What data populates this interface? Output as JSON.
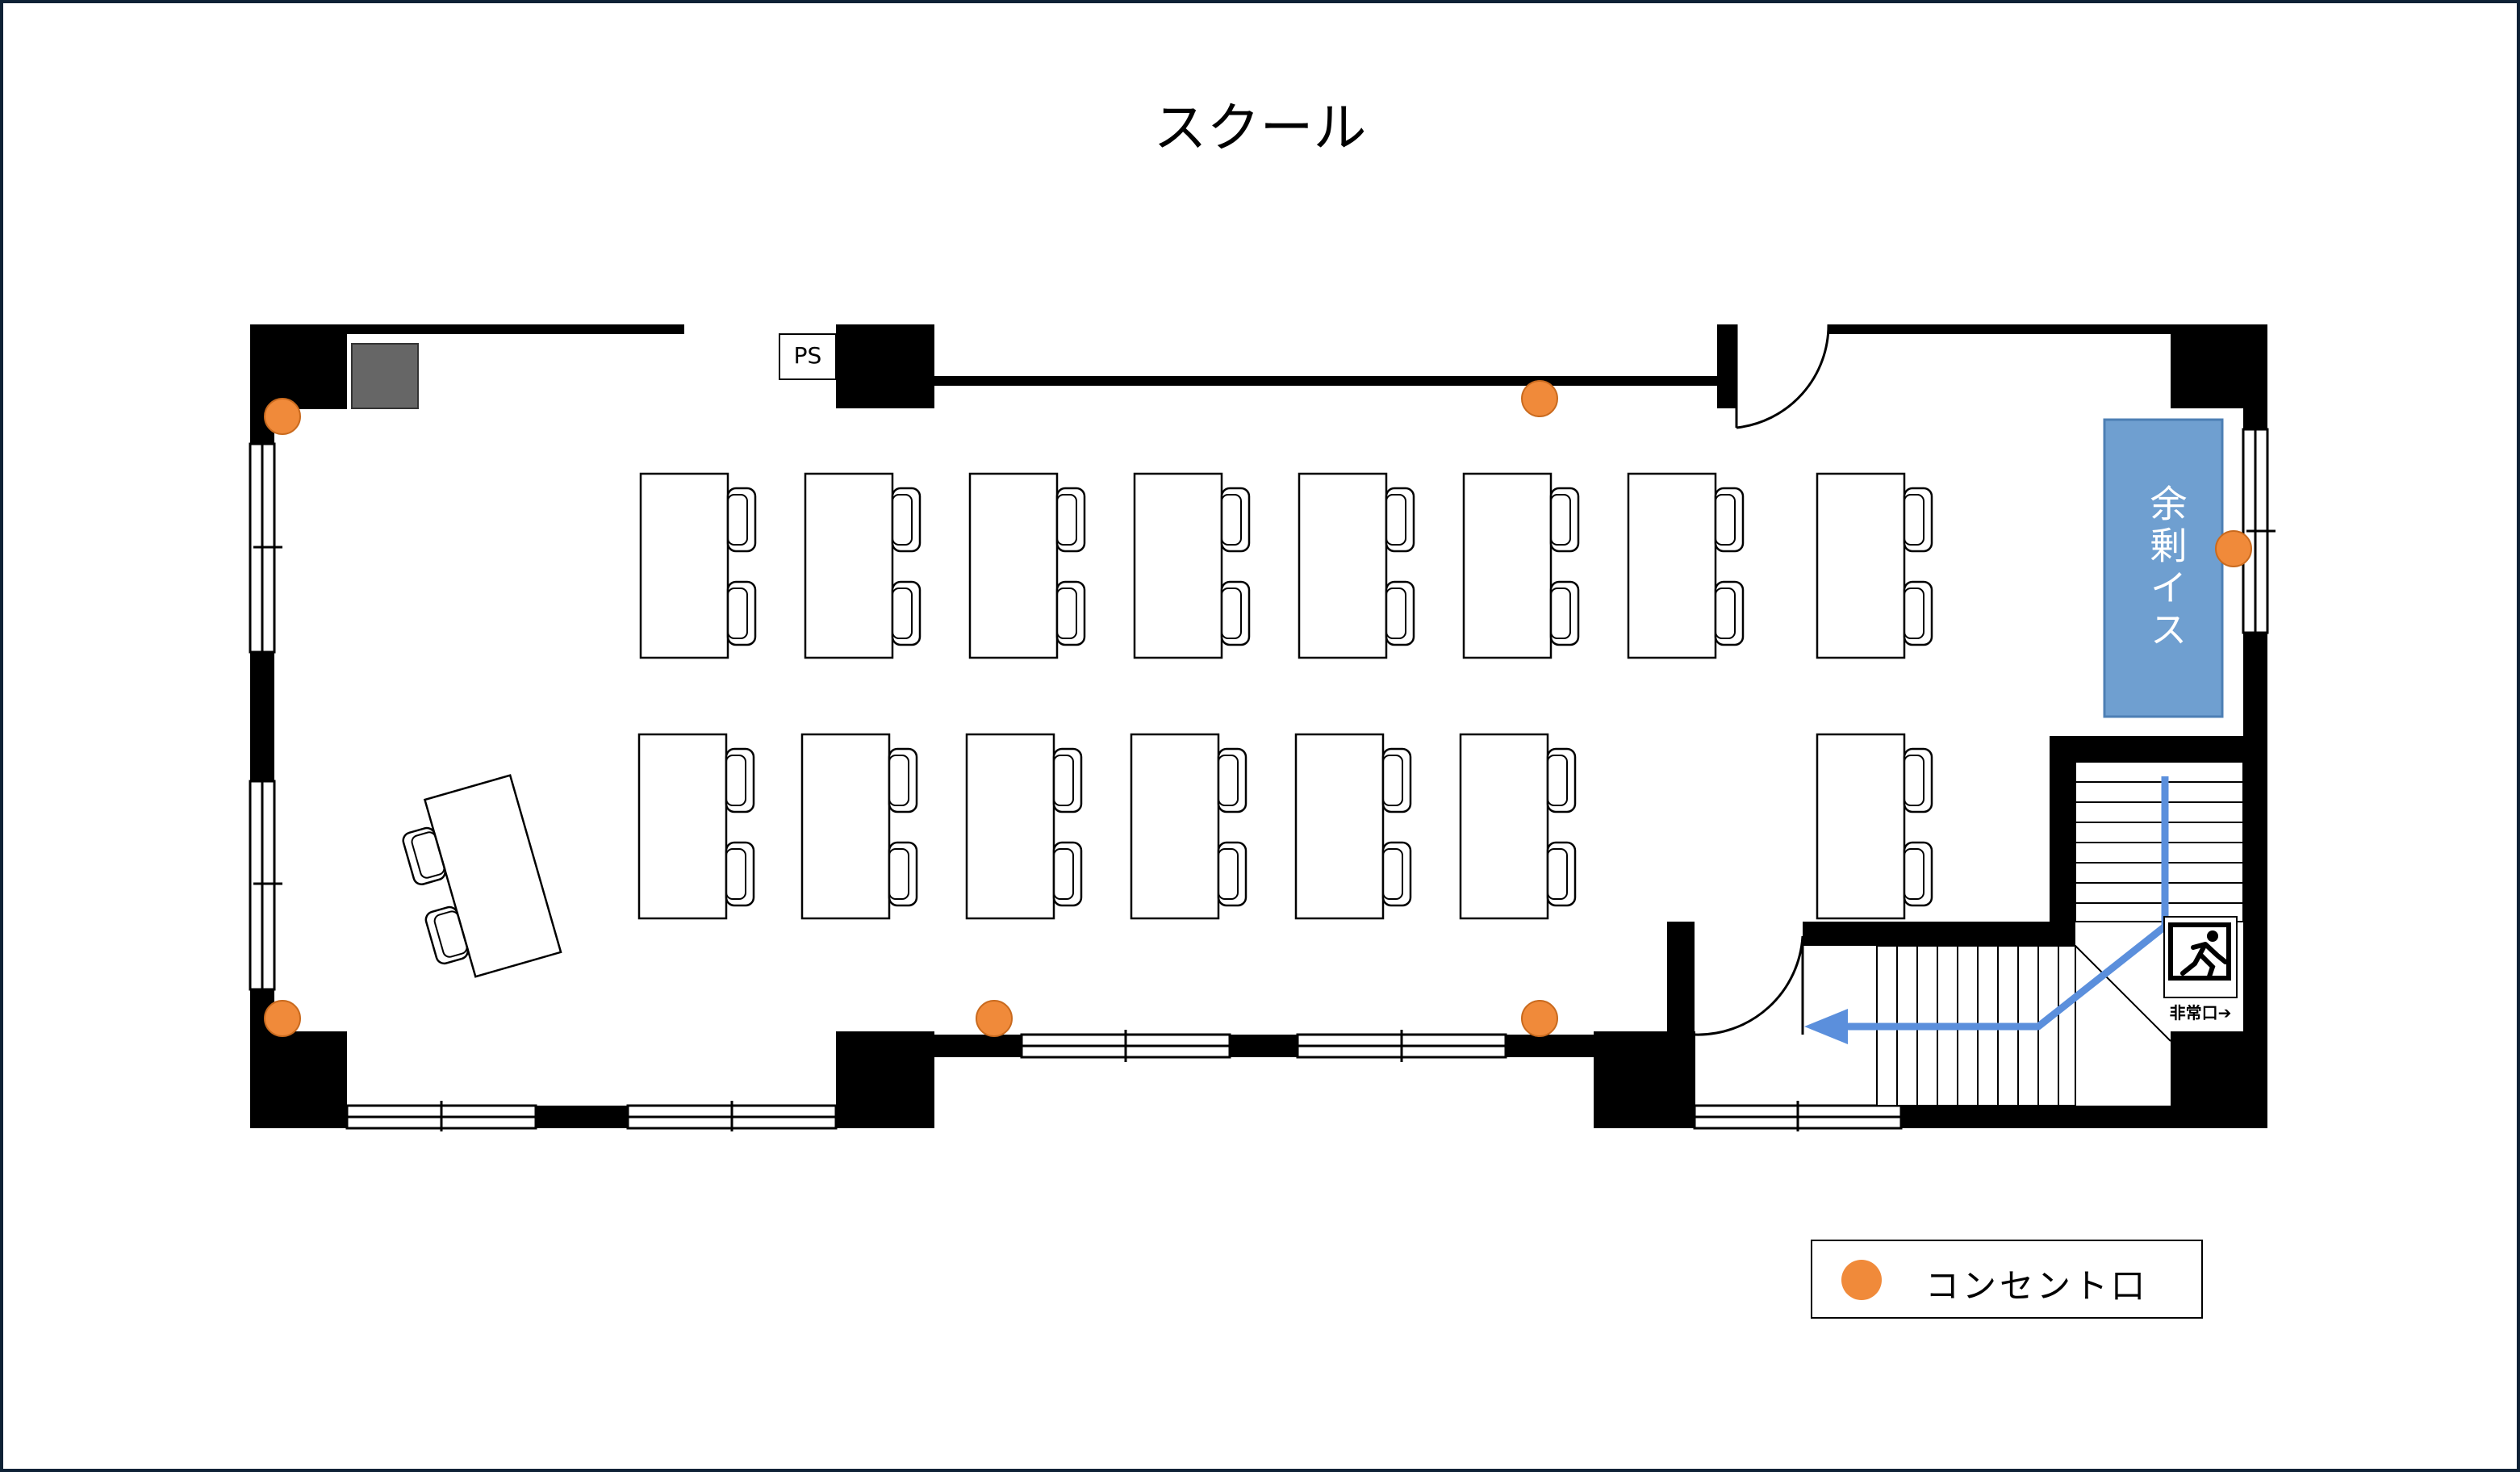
{
  "title": "スクール",
  "labels": {
    "ps": "PS",
    "spare_chairs": "余剰イス",
    "exit_sign": "非常口➔"
  },
  "legend": {
    "outlet_label": "コンセント口",
    "outlet_color": "#f08a3a"
  },
  "colors": {
    "frame": "#0f2236",
    "wall": "#000000",
    "spare_area": "#6f9fd0",
    "evac_arrow": "#5b8fdc",
    "equipment_box": "#666666"
  },
  "icons": [
    "outlet-dot",
    "emergency-exit-icon",
    "evacuation-arrow",
    "door-swing"
  ]
}
